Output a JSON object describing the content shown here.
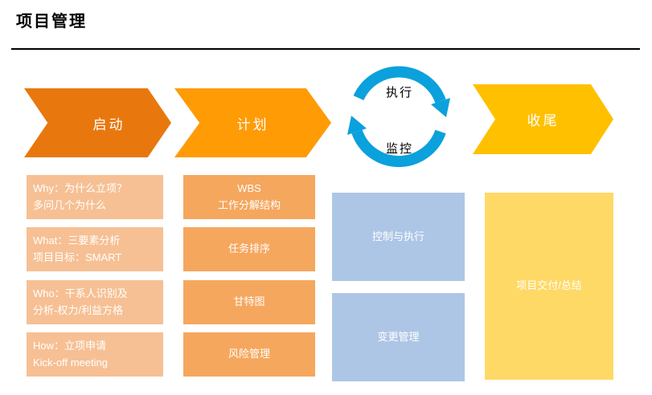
{
  "header": {
    "title": "项目管理"
  },
  "flow": {
    "stages": {
      "initiation": {
        "label": "启动",
        "color": "#e8780e"
      },
      "planning": {
        "label": "计划",
        "color": "#ff9b05"
      },
      "closing": {
        "label": "收尾",
        "color": "#ffc000"
      }
    },
    "cycle": {
      "execute_label": "执行",
      "monitor_label": "监控",
      "color": "#0aa1dc"
    }
  },
  "columns": {
    "initiation": {
      "color": "#f6c094",
      "cards": [
        {
          "lines": [
            "Why：为什么立项？",
            "多问几个为什么"
          ]
        },
        {
          "lines": [
            "What：三要素分析",
            "项目目标：SMART"
          ]
        },
        {
          "lines": [
            "Who：干系人识别及",
            "分析-权力/利益方格"
          ]
        },
        {
          "lines": [
            "How：立项申请",
            "Kick-off meeting"
          ]
        }
      ]
    },
    "planning": {
      "color": "#f5a75e",
      "cards": [
        {
          "lines": [
            "WBS",
            "工作分解结构"
          ]
        },
        {
          "lines": [
            "任务排序"
          ]
        },
        {
          "lines": [
            "甘特图"
          ]
        },
        {
          "lines": [
            "风险管理"
          ]
        }
      ]
    },
    "monitoring": {
      "color": "#aec6e6",
      "cards": [
        {
          "lines": [
            "控制与执行"
          ]
        },
        {
          "lines": [
            "变更管理"
          ]
        }
      ]
    },
    "closing": {
      "color": "#ffd966",
      "cards": [
        {
          "lines": [
            "项目交付/总结"
          ]
        }
      ]
    }
  }
}
